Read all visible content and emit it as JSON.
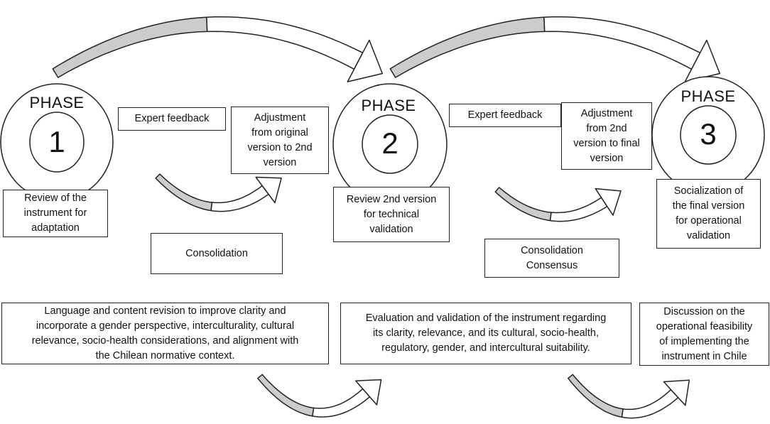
{
  "phases": [
    {
      "label": "PHASE",
      "number": "1",
      "expert_feedback": "Expert feedback",
      "adjustment": "Adjustment\nfrom original\nversion to 2nd\nversion",
      "review": "Review of the\ninstrument for\nadaptation",
      "consolidation": "Consolidation",
      "description": "Language and content revision to improve clarity and\nincorporate a gender perspective, interculturality, cultural\nrelevance, socio-health considerations, and alignment with\nthe Chilean normative context."
    },
    {
      "label": "PHASE",
      "number": "2",
      "expert_feedback": "Expert feedback",
      "adjustment": "Adjustment\nfrom 2nd\nversion to final\nversion",
      "review": "Review 2nd version\nfor technical\nvalidation",
      "consolidation": "Consolidation\nConsensus",
      "description": "Evaluation and validation of the instrument regarding\nits clarity, relevance, and its cultural, socio-health,\nregulatory, gender, and intercultural suitability."
    },
    {
      "label": "PHASE",
      "number": "3",
      "review": "Socialization of\nthe final version\nfor operational\nvalidation",
      "description": "Discussion on the\noperational feasibility\nof implementing the\ninstrument in Chile"
    }
  ],
  "colors": {
    "arrow_fill": "#cccccc",
    "stroke": "#222222"
  }
}
